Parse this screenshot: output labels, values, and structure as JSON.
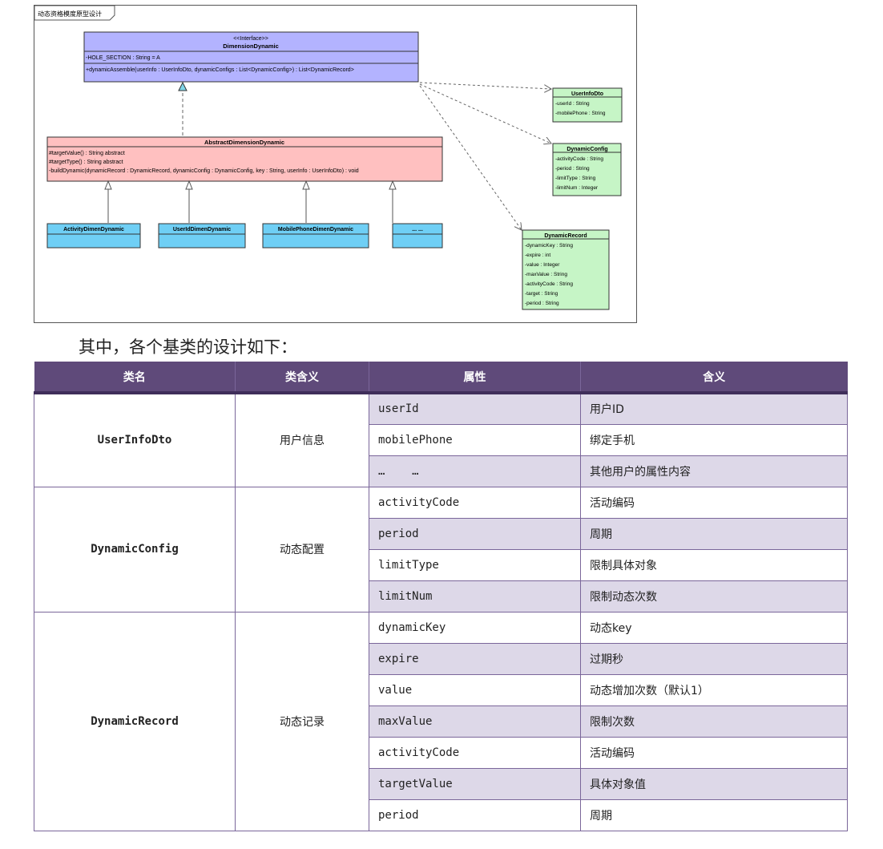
{
  "diagram": {
    "tab_label": "动态资格模度原型设计",
    "interface": {
      "stereotype": "<<Interface>>",
      "name": "DimensionDynamic",
      "attribute": "-HOLE_SECTION : String = A",
      "operation": "+dynamicAssemble(userInfo : UserInfoDto, dynamicConfigs : List<DynamicConfig>) : List<DynamicRecord>"
    },
    "abstract_class": {
      "name": "AbstractDimensionDynamic",
      "operations": [
        "#targetValue() : String abstract",
        "#targetType() : String abstract",
        "-buildDynamic(dynamicRecord : DynamicRecord, dynamicConfig : DynamicConfig, key : String, userInfo : UserInfoDto) : void"
      ]
    },
    "subclasses": [
      "ActivityDimenDynamic",
      "UserIdDimenDynamic",
      "MobilePhoneDimenDynamic",
      "... ..."
    ],
    "user_info_dto": {
      "name": "UserInfoDto",
      "attributes": [
        "-userId : String",
        "-mobilePhone : String"
      ]
    },
    "dynamic_config": {
      "name": "DynamicConfig",
      "attributes": [
        "-activityCode : String",
        "-period : String",
        "-limitType : String",
        "-limitNum : Integer"
      ]
    },
    "dynamic_record": {
      "name": "DynamicRecord",
      "attributes": [
        "-dynamicKey : String",
        "-expire : int",
        "-value : Integer",
        "-maxValue : String",
        "-activityCode : String",
        "-target : String",
        "-period : String"
      ]
    },
    "colors": {
      "interface_fill": "#b3b3ff",
      "abstract_fill": "#ffc0c0",
      "subclass_fill": "#6fcff5",
      "dto_fill": "#c6f5c6",
      "border": "#333333"
    }
  },
  "intro": "其中，各个基类的设计如下：",
  "table": {
    "headers": [
      "类名",
      "类含义",
      "属性",
      "含义"
    ],
    "groups": [
      {
        "name": "UserInfoDto",
        "meaning": "用户信息",
        "rows": [
          {
            "attr": "userId",
            "desc": "用户ID"
          },
          {
            "attr": "mobilePhone",
            "desc": "绑定手机"
          },
          {
            "attr": "…    …",
            "desc": "其他用户的属性内容"
          }
        ]
      },
      {
        "name": "DynamicConfig",
        "meaning": "动态配置",
        "rows": [
          {
            "attr": "activityCode",
            "desc": "活动编码"
          },
          {
            "attr": "period",
            "desc": "周期"
          },
          {
            "attr": "limitType",
            "desc": "限制具体对象"
          },
          {
            "attr": "limitNum",
            "desc": "限制动态次数"
          }
        ]
      },
      {
        "name": "DynamicRecord",
        "meaning": "动态记录",
        "rows": [
          {
            "attr": "dynamicKey",
            "desc": "动态key"
          },
          {
            "attr": "expire",
            "desc": "过期秒"
          },
          {
            "attr": "value",
            "desc": "动态增加次数（默认1）"
          },
          {
            "attr": "maxValue",
            "desc": "限制次数"
          },
          {
            "attr": "activityCode",
            "desc": "活动编码"
          },
          {
            "attr": "targetValue",
            "desc": "具体对象值"
          },
          {
            "attr": "period",
            "desc": "周期"
          }
        ]
      }
    ]
  }
}
